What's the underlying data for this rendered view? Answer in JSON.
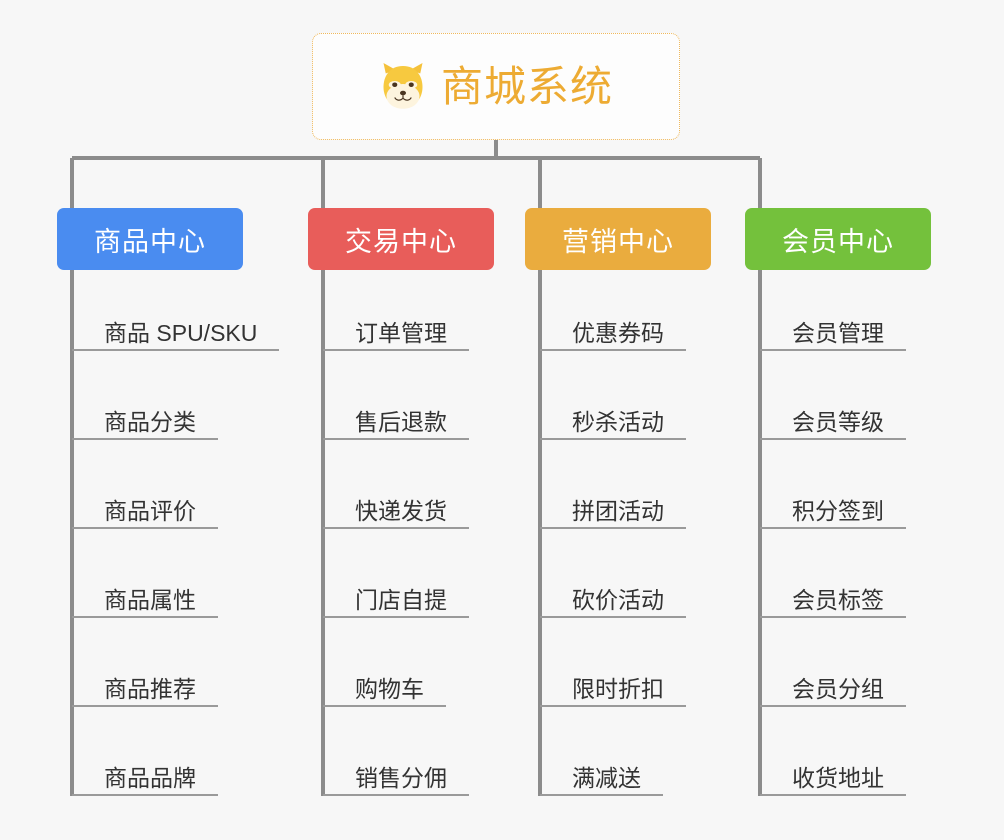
{
  "page": {
    "background_color": "#f7f7f7",
    "line_color": "#8c8c8c",
    "leaf_rule_color": "#9a9a9a",
    "leaf_text_color": "#333333"
  },
  "root": {
    "title": "商城系统",
    "icon": "shiba-dog-emoji",
    "text_color": "#edab33",
    "border_color": "#f0b95c",
    "fill_color": "#fdfdfd"
  },
  "columns": [
    {
      "id": "product-center",
      "title": "商品中心",
      "color": "#4a8cf0",
      "items": [
        "商品 SPU/SKU",
        "商品分类",
        "商品评价",
        "商品属性",
        "商品推荐",
        "商品品牌"
      ]
    },
    {
      "id": "trade-center",
      "title": "交易中心",
      "color": "#e85d5a",
      "items": [
        "订单管理",
        "售后退款",
        "快递发货",
        "门店自提",
        "购物车",
        "销售分佣"
      ]
    },
    {
      "id": "marketing-center",
      "title": "营销中心",
      "color": "#eaac3e",
      "items": [
        "优惠券码",
        "秒杀活动",
        "拼团活动",
        "砍价活动",
        "限时折扣",
        "满减送"
      ]
    },
    {
      "id": "member-center",
      "title": "会员中心",
      "color": "#74c13c",
      "items": [
        "会员管理",
        "会员等级",
        "积分签到",
        "会员标签",
        "会员分组",
        "收货地址"
      ]
    }
  ]
}
